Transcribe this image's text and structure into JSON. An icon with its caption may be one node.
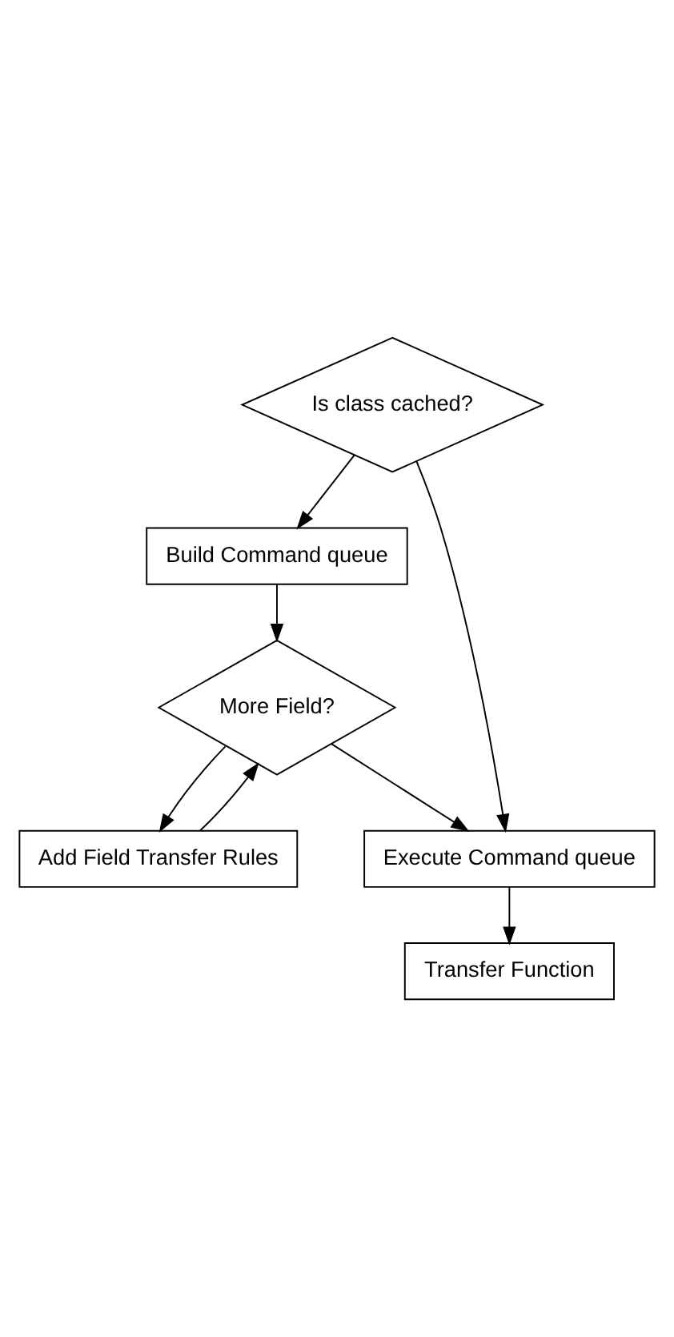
{
  "diagram": {
    "nodes": [
      {
        "text": [
          "Is class cached?"
        ]
      },
      {
        "text": [
          "Build Command queue"
        ]
      },
      {
        "text": [
          "More Field?"
        ]
      },
      {
        "text": [
          "Add Field Transfer Rules"
        ]
      },
      {
        "text": [
          "Execute Command queue"
        ]
      },
      {
        "text": [
          "Transfer Function"
        ]
      }
    ],
    "edges": [
      {
        "from": 0,
        "to": 1,
        "arrow": "to"
      },
      {
        "from": 1,
        "to": 2,
        "arrow": "to"
      },
      {
        "from": 2,
        "to": 3,
        "arrow": "to"
      },
      {
        "from": 3,
        "to": 2,
        "arrow": "to"
      },
      {
        "from": 0,
        "to": 4,
        "arrow": "to"
      },
      {
        "from": 2,
        "to": 4,
        "arrow": "to"
      },
      {
        "from": 4,
        "to": 5,
        "arrow": "to"
      }
    ]
  }
}
